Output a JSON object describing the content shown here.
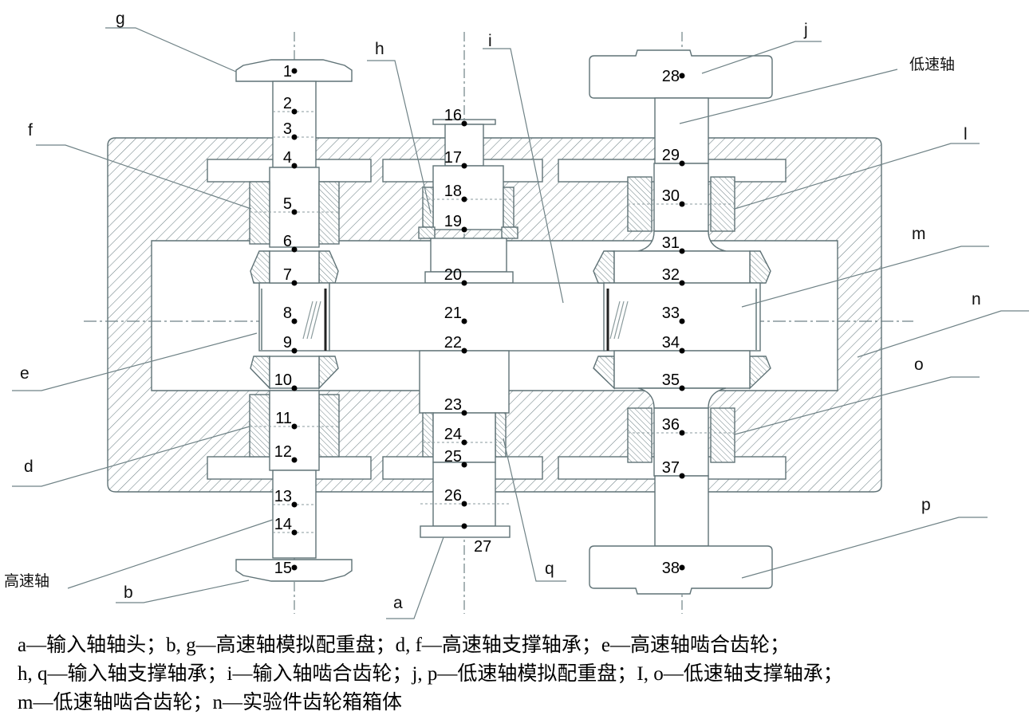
{
  "diagram": {
    "leaders": {
      "a": "a",
      "b": "b",
      "d": "d",
      "e": "e",
      "f": "f",
      "g": "g",
      "h": "h",
      "i": "i",
      "j": "j",
      "l": "l",
      "m": "m",
      "n": "n",
      "o": "o",
      "p": "p",
      "q": "q"
    },
    "shaft_labels": {
      "high_speed": "高速轴",
      "low_speed": "低速轴"
    },
    "points": {
      "high_speed_shaft": [
        "1",
        "2",
        "3",
        "4",
        "5",
        "6",
        "7",
        "8",
        "9",
        "10",
        "11",
        "12",
        "13",
        "14",
        "15"
      ],
      "input_shaft": [
        "16",
        "17",
        "18",
        "19",
        "20",
        "21",
        "22",
        "23",
        "24",
        "25",
        "26",
        "27"
      ],
      "low_speed_shaft": [
        "28",
        "29",
        "30",
        "31",
        "32",
        "33",
        "34",
        "35",
        "36",
        "37",
        "38"
      ]
    }
  },
  "legend": {
    "lines": [
      "a—输入轴轴头；b, g—高速轴模拟配重盘；d, f—高速轴支撑轴承；e—高速轴啮合齿轮；",
      "h, q—输入轴支撑轴承；i—输入轴啮合齿轮；j, p—低速轴模拟配重盘；I, o—低速轴支撑轴承；",
      "m—低速轴啮合齿轮；n—实验件齿轮箱箱体"
    ]
  }
}
